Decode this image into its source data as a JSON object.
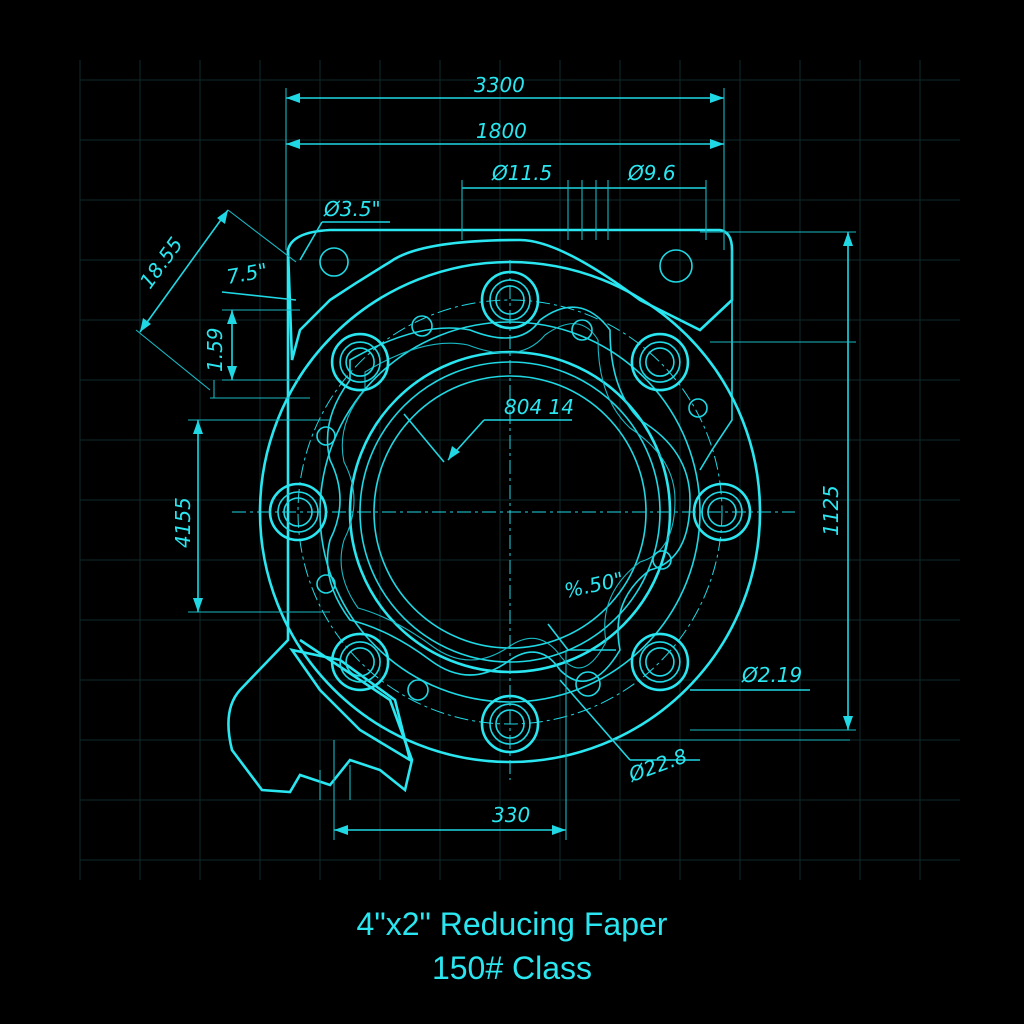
{
  "title_block": {
    "line1": "4\"x2\" Reducing Faper",
    "line2": "150# Class"
  },
  "dimensions": {
    "overall_width": "3300",
    "inner_width": "1800",
    "dia_left_top": "Ø11.5",
    "dia_right_top": "Ø9.6",
    "hole_dia": "Ø3.5\"",
    "angle_dim": "7.5\"",
    "diag_dim": "18.55",
    "left_small": "1.59",
    "left_height": "4155",
    "right_height": "1125",
    "center_label": "804 14",
    "inner_label": "%.50\"",
    "dia_small_right": "Ø2.19",
    "dia_bottom_right": "Ø22.8",
    "bottom_width": "330"
  },
  "colors": {
    "line": "#1fd8e4",
    "background": "#000000"
  }
}
